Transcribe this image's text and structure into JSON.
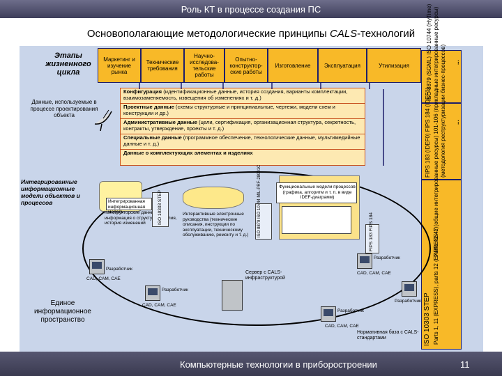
{
  "header": {
    "title": "Роль КТ в процессе создания ПС",
    "subtitle_main": "Основополагающие методологические принципы ",
    "subtitle_em": "CALS",
    "subtitle_tail": "-технологий"
  },
  "left_labels": {
    "lifecycle": "Этапы жизненного цикла",
    "data_used": "Данные, используемые в процессе проектирования объекта",
    "integrated_models": "Интегрированные информационные модели объектов и процессов",
    "unified_space": "Единое информационное пространство"
  },
  "lifecycle_stages": [
    "Маркетинг и изучение рынка",
    "Технические требования",
    "Научно-исследова-тельские работы",
    "Опытно-конструктор-ские работы",
    "Изготовление",
    "Эксплуатация",
    "Утилизация"
  ],
  "data_categories": [
    {
      "title": "Конфигурация",
      "text": " (идентификационные данные, история создания, варианты комплектации, взаимозаменяемость, извещения об изменениях и т. д.)"
    },
    {
      "title": "Проектные данные",
      "text": " (схемы структурные и принципиальные, чертежи, модели схем и конструкции и др.)"
    },
    {
      "title": "Административные данные",
      "text": " (цели, сертификация, организационная структура, секретность, контракты, утверждение, проекты и т. д.)"
    },
    {
      "title": "Специальные данные",
      "text": " (программное обеспечение, технологические данные, мультимедийные данные и т. д.)"
    },
    {
      "title": "Данные о комплектующих элементах и изделиях",
      "text": ""
    }
  ],
  "standards": {
    "ellipsis_top": "...",
    "iso8879": "ISO 8879 (SGML) ISO 10744 (HyTime)",
    "fips183": "FIPS 183 (IDEF0) FIPS 184 (IDEF1)",
    "reengineering": "(методология реструктуризации бизнес-процессов)",
    "ellipsis_mid": "...",
    "iso10303": "ISO 10303 STEP",
    "parts41": "Parts 41-47 (общие интегрированные ресурсы) 101-106 (прикладные интегрированные ресурсы)",
    "parts11": "Parts 1, 11 (EXPRESS), parts 12 (EXPRESS-1)"
  },
  "middle": {
    "product_data_doc": "Интерактивные электронные руководства (технические описания, инструкции по эксплуатации, техническому обслуживанию, ремонту и т. д.)",
    "integrated_info": "Интегрированная информационная модель",
    "product_models": "Конструкторские данные, информация о структуре изделия, история изменений",
    "functional_models": "Функциональные модели процессов (графика, алгоритм и т. п. в виде IDEF-диаграмм)",
    "std_interactive": "ISO 10303 STEP",
    "std_def": "ISO 8879 ISO 10744 MIL-PRF-28001C",
    "std_fips": "FIPS 183 FIPS 184",
    "server": "Сервер с CALS-инфраструктурой",
    "normative_base": "Нормативная база с CALS-стандартами"
  },
  "workstations": {
    "developer": "Разработчик",
    "cad": "CAD, CAM, CAE"
  },
  "footer": {
    "text": "Компьютерные технологии в приборостроении",
    "page": "11"
  }
}
